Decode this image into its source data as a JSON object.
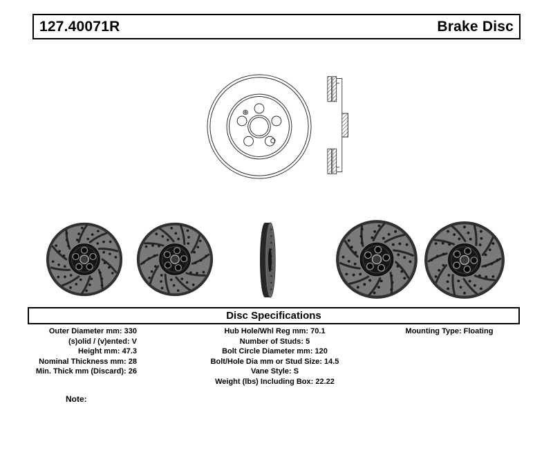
{
  "header": {
    "part_number": "127.40071R",
    "product_type": "Brake Disc"
  },
  "spec_header": "Disc Specifications",
  "specs": {
    "left": [
      {
        "label": "Outer Diameter mm",
        "value": "330"
      },
      {
        "label": "(s)olid / (v)ented",
        "value": "V"
      },
      {
        "label": "Height mm",
        "value": "47.3"
      },
      {
        "label": "Nominal Thickness mm",
        "value": "28"
      },
      {
        "label": "Min. Thick mm (Discard)",
        "value": "26"
      }
    ],
    "center": [
      {
        "label": "Hub Hole/Whl Reg mm",
        "value": "70.1"
      },
      {
        "label": "Number of Studs",
        "value": "5"
      },
      {
        "label": "Bolt Circle Diameter mm",
        "value": "120"
      },
      {
        "label": "Bolt/Hole Dia mm or Stud Size",
        "value": "14.5"
      },
      {
        "label": "Vane Style",
        "value": "S"
      },
      {
        "label": "Weight (lbs) Including Box",
        "value": "22.22"
      }
    ],
    "right": [
      {
        "label": "Mounting Type",
        "value": "Floating"
      }
    ]
  },
  "note_label": "Note:",
  "figures": {
    "front_drawing": "brake-disc-front-line-drawing",
    "side_drawing": "brake-disc-cross-section-drawing",
    "photos": [
      "drilled-slotted-rotor-front-view",
      "drilled-slotted-rotor-front-view-alt",
      "rotor-edge-on-view",
      "drilled-slotted-rotor-front-view",
      "drilled-slotted-rotor-front-view-alt"
    ]
  },
  "artwork": {
    "line_color": "#2b2b2b",
    "rotor_face": "#7a7a7a",
    "rotor_edge": "#2f2f2f",
    "rotor_hub": "#161616",
    "slot_color": "#262626",
    "lug_rim": "#9a9a9a",
    "bore_rim": "#b0b0b0"
  }
}
